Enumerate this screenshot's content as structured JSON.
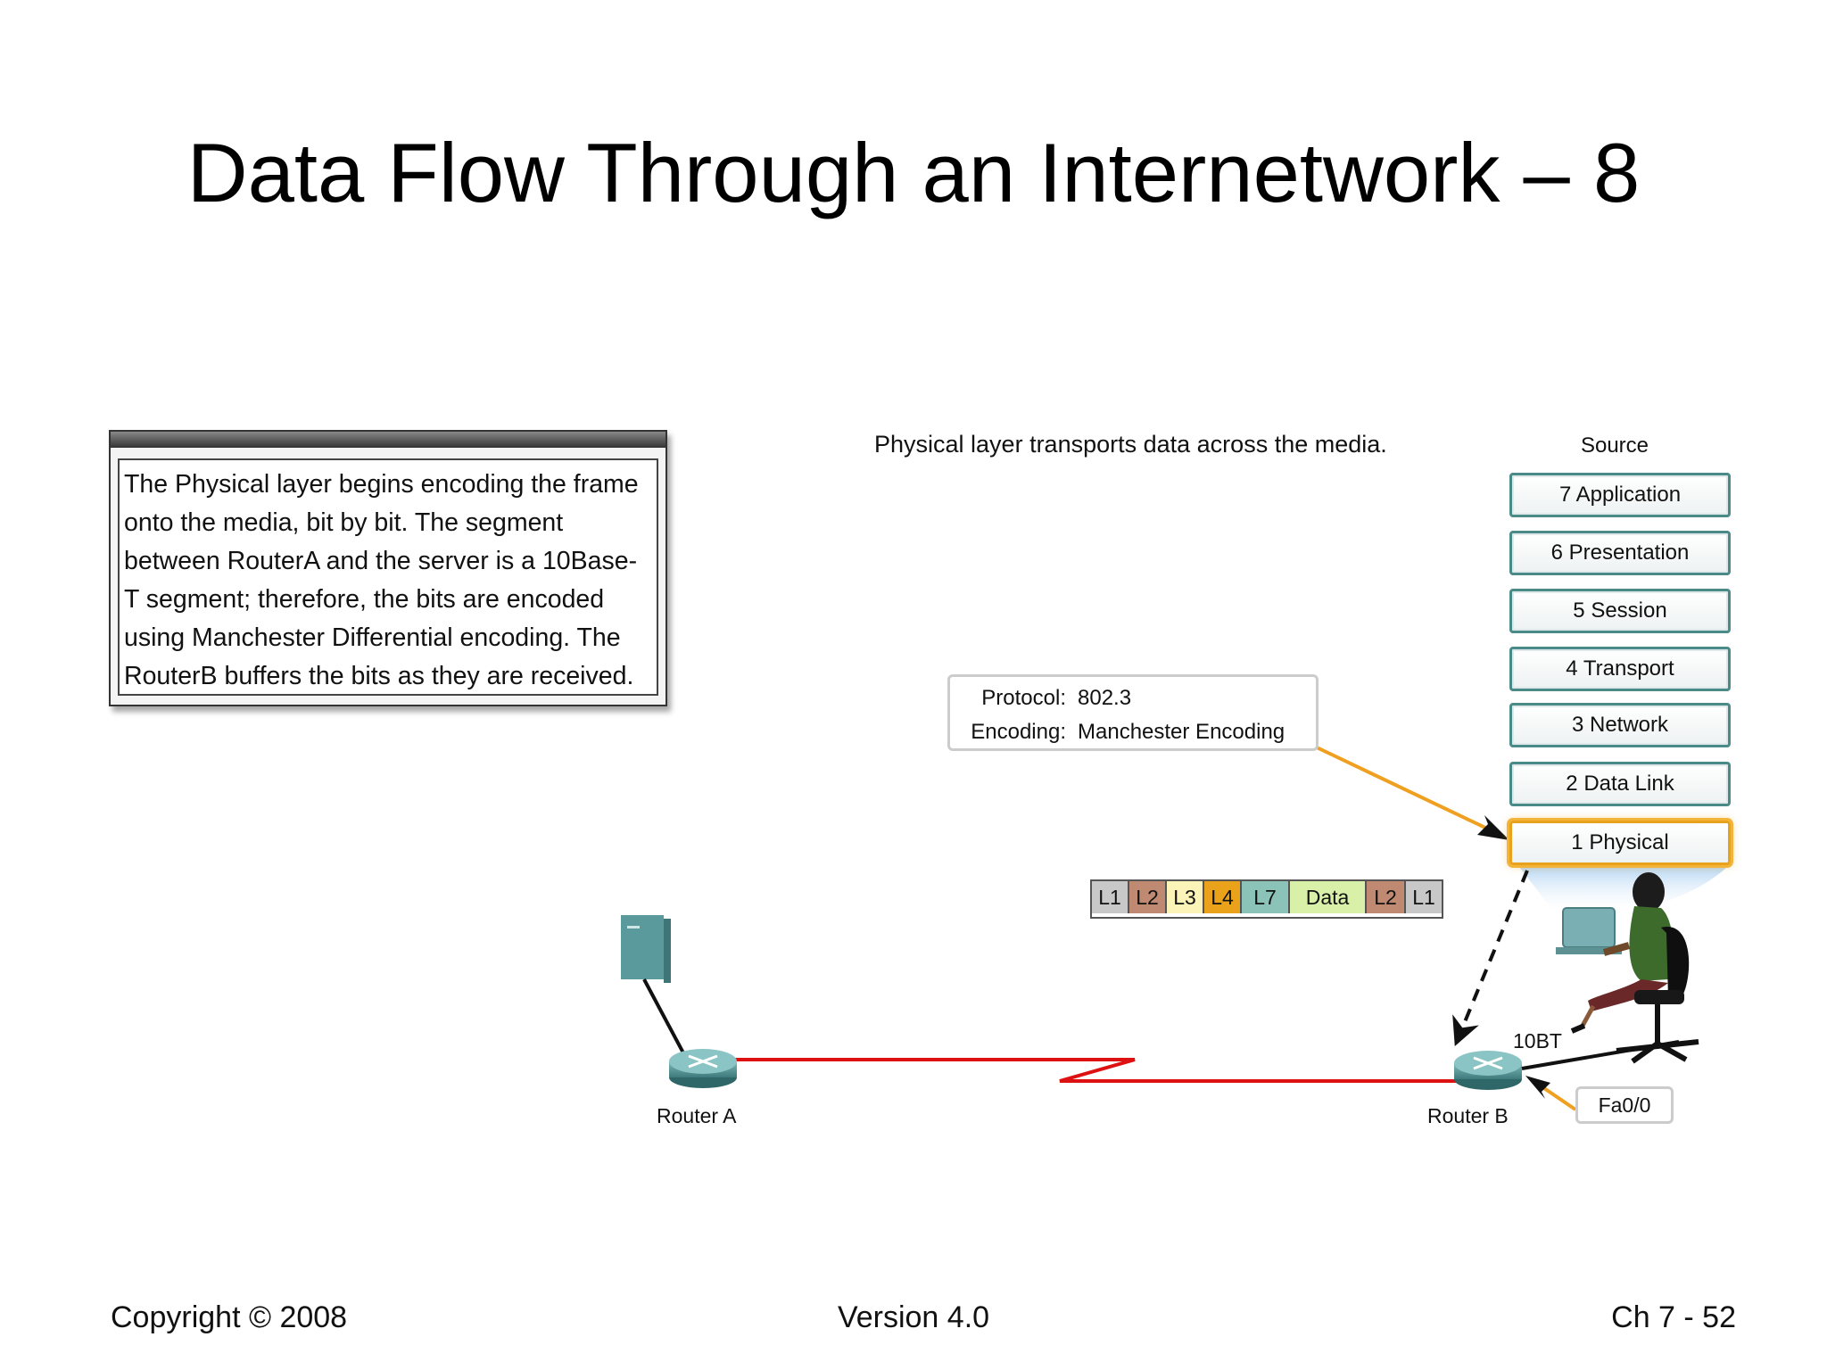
{
  "title": "Data Flow Through an Internetwork – 8",
  "note_lines": [
    "The Physical layer begins encoding the frame",
    "onto the media, bit by bit. The segment",
    "between RouterA and the server is a 10Base-",
    "T segment; therefore, the bits are encoded",
    "using Manchester Differential encoding. The",
    "RouterB buffers the bits as they are received."
  ],
  "caption": "Physical layer transports data across the media.",
  "osi": {
    "heading": "Source",
    "layers": [
      "7 Application",
      "6 Presentation",
      "5 Session",
      "4 Transport",
      "3 Network",
      "2 Data Link",
      "1 Physical"
    ],
    "active_layer": "1 Physical"
  },
  "protocol_box": {
    "protocol_key": "Protocol:",
    "protocol_value": "802.3",
    "encoding_key": "Encoding:",
    "encoding_value": "Manchester Encoding"
  },
  "pdu": [
    {
      "label": "L1",
      "color": "#c8c8c8"
    },
    {
      "label": "L2",
      "color": "#c08a72"
    },
    {
      "label": "L3",
      "color": "#fbf3b8"
    },
    {
      "label": "L4",
      "color": "#eaa21a"
    },
    {
      "label": "L7",
      "color": "#8cc3b8"
    },
    {
      "label": "Data",
      "color": "#d8f0a8"
    },
    {
      "label": "L2",
      "color": "#c08a72"
    },
    {
      "label": "L1",
      "color": "#c8c8c8"
    }
  ],
  "devices": {
    "router_a": "Router A",
    "router_b": "Router B",
    "link_label": "10BT",
    "interface": "Fa0/0"
  },
  "colors": {
    "wan_link": "#dd1111",
    "highlight_arrow": "#f0a020",
    "router_body": "#4e8f90",
    "server_body": "#5a9a9c"
  },
  "footer": {
    "copyright": "Copyright © 2008",
    "version": "Version 4.0",
    "page": "Ch 7 - 52"
  }
}
